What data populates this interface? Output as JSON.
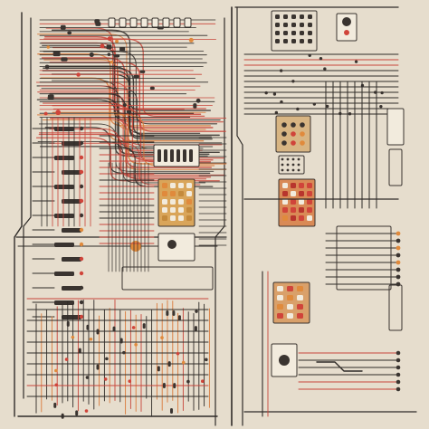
{
  "image": {
    "kind": "schematic-wiring-illustration",
    "visible_text": []
  },
  "palette": {
    "background": "#e6ddcd",
    "wire_dark": "#2f2b28",
    "wire_red": "#c8453a",
    "wire_orange": "#d97a3a",
    "component_light": "#f2ebdd",
    "component_dark": "#3a3430",
    "chip_fill": "#d9a55a",
    "led_red": "#d0443a",
    "led_orange": "#e08a3c"
  },
  "regions": [
    {
      "name": "upper-left-harness",
      "dominant_wire": "red-and-dark"
    },
    {
      "name": "center-panel",
      "dominant_wire": "dark"
    },
    {
      "name": "right-column-modules",
      "dominant_wire": "dark"
    },
    {
      "name": "bottom-left-bus",
      "dominant_wire": "red-and-dark"
    },
    {
      "name": "bottom-right-modules",
      "dominant_wire": "dark"
    }
  ]
}
